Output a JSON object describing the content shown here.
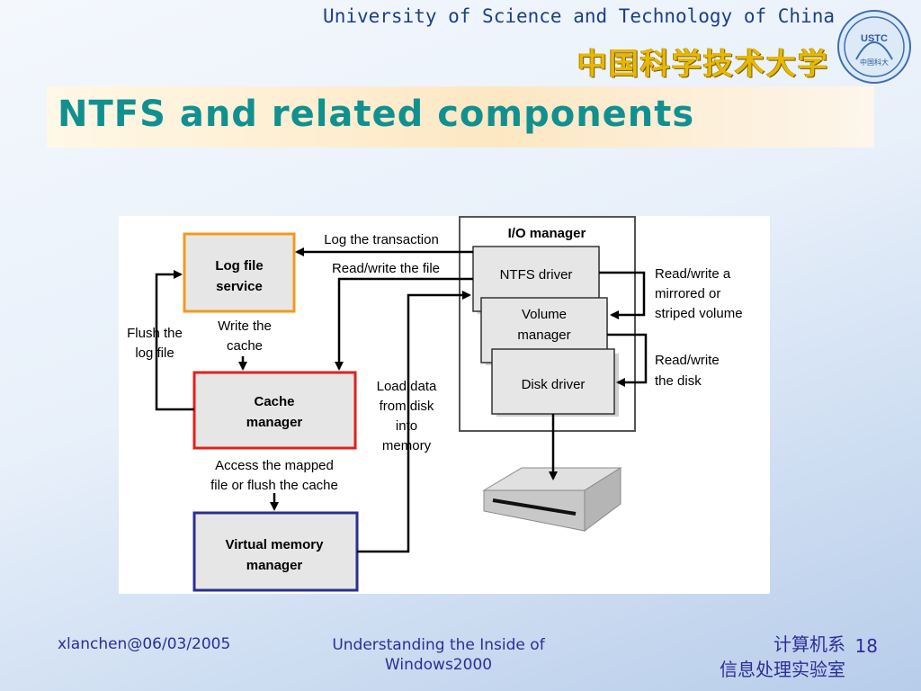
{
  "header": {
    "university_en": "University of Science and Technology of China",
    "university_cn": "中国科学技术大学",
    "logo_text": "USTC",
    "logo_cn": "中国科大"
  },
  "slide": {
    "title": "NTFS and related components"
  },
  "diagram": {
    "boxes": {
      "log_file_service": [
        "Log file",
        "service"
      ],
      "cache_manager": [
        "Cache",
        "manager"
      ],
      "virtual_memory_manager": [
        "Virtual memory",
        "manager"
      ],
      "io_manager": "I/O manager",
      "ntfs_driver": "NTFS driver",
      "volume_manager": [
        "Volume",
        "manager"
      ],
      "disk_driver": "Disk driver"
    },
    "labels": {
      "log_transaction": "Log the transaction",
      "read_write_file": "Read/write the file",
      "flush_log": [
        "Flush the",
        "log file"
      ],
      "write_cache": [
        "Write the",
        "cache"
      ],
      "access_mapped": [
        "Access the mapped",
        "file or flush the cache"
      ],
      "load_data": [
        "Load data",
        "from disk",
        "into",
        "memory"
      ],
      "rw_mirrored": [
        "Read/write a",
        "mirrored or",
        "striped volume"
      ],
      "rw_disk": [
        "Read/write",
        "the disk"
      ]
    },
    "colors": {
      "log_border": "#f29a1c",
      "cache_border": "#e0211d",
      "vmm_border": "#2b2f8e",
      "box_fill": "#e6e6e6"
    }
  },
  "footer": {
    "author_date": "xlanchen@06/03/2005",
    "course": "Understanding the Inside of Windows2000",
    "dept_line1": "计算机系",
    "dept_line2": "信息处理实验室",
    "page_number": "18"
  }
}
